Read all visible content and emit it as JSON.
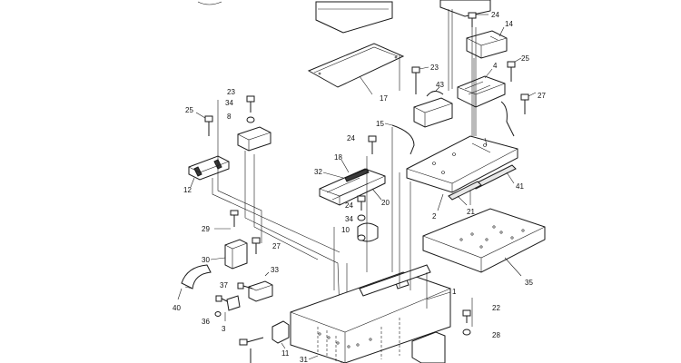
{
  "callouts": [
    "1",
    "2",
    "3",
    "4",
    "8",
    "10",
    "11",
    "12",
    "14",
    "15",
    "17",
    "18",
    "20",
    "21",
    "22",
    "23",
    "24",
    "25",
    "27",
    "28",
    "29",
    "30",
    "31",
    "32",
    "33",
    "34",
    "35",
    "36",
    "37",
    "40",
    "41",
    "43"
  ],
  "colors": {
    "ink": "#1a1a1a",
    "paper": "#ffffff"
  }
}
